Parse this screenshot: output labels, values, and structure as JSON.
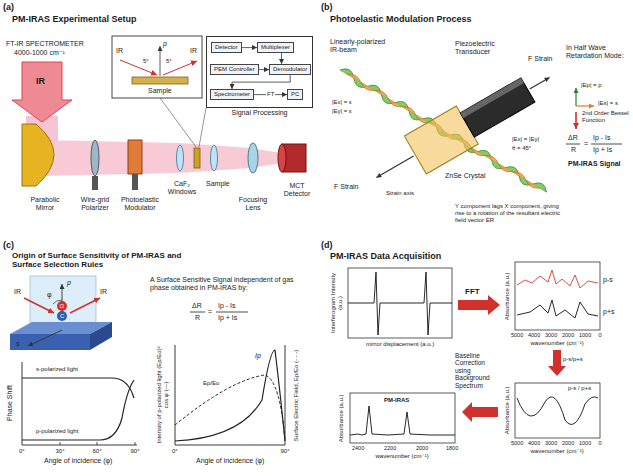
{
  "diagram": {
    "nodes": [
      {
        "text": [
          "Signal Processing"
        ]
      },
      {
        "text": [
          "Detector"
        ],
        "in": 0
      },
      {
        "text": [
          "Multiplexer"
        ],
        "in": 0
      },
      {
        "text": [
          "PEM Controller"
        ],
        "in": 0
      },
      {
        "text": [
          "Demodulator"
        ],
        "in": 0
      },
      {
        "text": [
          "Spectrometer"
        ],
        "in": 0
      },
      {
        "text": [
          "PC"
        ],
        "in": 0
      }
    ],
    "edges": [
      {
        "from": 1,
        "to": 2,
        "arrow": "to"
      },
      {
        "from": 2,
        "to": 4,
        "arrow": "to"
      },
      {
        "from": 3,
        "to": 4,
        "arrow": "to"
      },
      {
        "from": 4,
        "to": 5,
        "arrow": "to"
      },
      {
        "from": 5,
        "to": 6,
        "label": "FT",
        "arrow": "to"
      }
    ],
    "labels": [
      "(a)",
      "PM-IRAS Experimental Setup",
      "FT-IR SPECTROMETER",
      "4000-1000 cm⁻¹",
      "IR",
      "Parabolic Mirror",
      "Wire-grid Polarizer",
      "Photoelastic Modulator",
      "CaF₂ Windows",
      "Sample",
      "Focusing Lens",
      "MCT Detector",
      "p",
      "IR",
      "IR",
      "5°",
      "5°",
      "Sample",
      "(b)",
      "Photoelastic Modulation Process",
      "Linearly-polarized IR-beam",
      "Piezoelectric Transducer",
      "ZnSe Crystal",
      "Strain axis",
      "Y component lags X component, giving rise to a rotation of the resultant electric field vector ER",
      "In Half Wave Retardation Mode:",
      "|Ep| = p",
      "|Es| = s",
      "2nd Order Bessel Function",
      "ΔR",
      "R",
      "=",
      "Ip - Is",
      "Ip + Is",
      "PM-IRAS Signal",
      "F Strain",
      "F Strain",
      "|Ex| = ε",
      "|Ey| = ε",
      "|Ex| = |Ey|",
      "θ = 45°",
      "(c)",
      "Origin of Surface Sensitivity of PM-IRAS and Surface Selection Rules",
      "p",
      "s",
      "IR",
      "IR",
      "φ",
      "O",
      "C",
      "A Surface Sensitive Signal independent of gas phase obtained in PM-IRAS by:",
      "ΔR",
      "R",
      "=",
      "Ip - Is",
      "Ip + Is",
      "s-polarized light",
      "p-polarized light",
      "Phase Shift",
      "0°",
      "30°",
      "60°",
      "90°",
      "Angle of incidence (φ)",
      "Intensity of p-polarized light (Ep/Eo)² cos φ (—)",
      "Surface Electric Field, Ep/Eo (- - -)",
      "Ip",
      "Ep/Eo",
      "0°",
      "90°",
      "Angle of incidence (φ)",
      "(d)",
      "PM-IRAS Data Acquisition",
      "Interferogram Intensity (a.u.)",
      "mirror displacement (a.u.)",
      "FFT",
      "Absorbance (a.u.)",
      "p-s",
      "p+s",
      "5000",
      "4000",
      "3000",
      "2000",
      "1000",
      "0",
      "wavenumber (cm⁻¹)",
      "p-s/p+s",
      "Absorbance (a.u.)",
      "p-s / p+s",
      "5000",
      "4000",
      "3000",
      "2000",
      "1000",
      "0",
      "wavenumber (cm⁻¹)",
      "Baseline Correction using Background Spectrum",
      "Absorbance (a.u.)",
      "PM-IRAS",
      "2400",
      "2200",
      "2000",
      "1800",
      "wavenumber (cm⁻¹)"
    ]
  }
}
